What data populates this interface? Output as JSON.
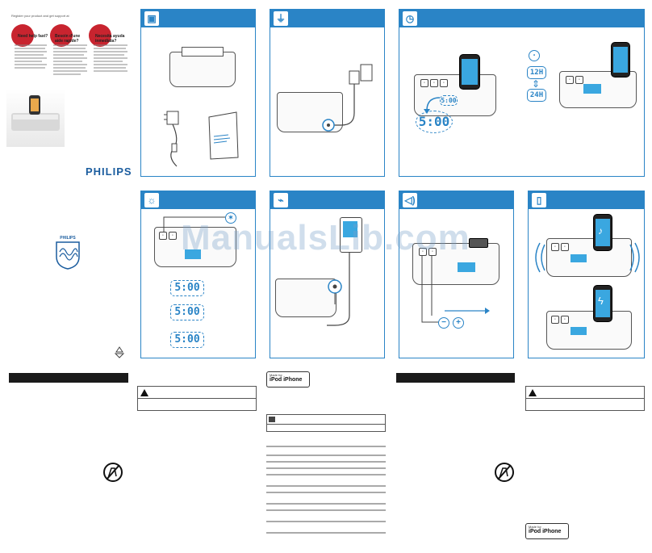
{
  "cover": {
    "register_line": "Register your product and get support at",
    "lang_headings": [
      "Need help fast?",
      "Besoin d'une aide rapide?",
      "Necesita ayuda inmediata?"
    ],
    "brand": "PHILIPS"
  },
  "panels": [
    {
      "id": "unpack",
      "icon": "box-icon"
    },
    {
      "id": "power",
      "icon": "plug-icon"
    },
    {
      "id": "clock",
      "icon": "clock-icon",
      "mode_12": "12H",
      "mode_24": "24H",
      "time": "5:00",
      "time_small": "5:00"
    },
    {
      "id": "brightness",
      "icon": "brightness-icon",
      "time_rows": [
        "5:00",
        "5:00",
        "5:00"
      ]
    },
    {
      "id": "audio-in",
      "icon": "cable-icon"
    },
    {
      "id": "volume",
      "icon": "volume-icon",
      "minus": "−",
      "plus": "+"
    },
    {
      "id": "dock",
      "icon": "iphone-icon"
    }
  ],
  "mfi_badges": [
    {
      "made_for": "Made for",
      "devices": "iPod  iPhone"
    },
    {
      "made_for": "Made for",
      "devices": "iPod  iPhone"
    }
  ],
  "watermark": "ManualsLib.com",
  "colors": {
    "accent": "#2a84c6",
    "lcd": "#3aa7e0",
    "warning": "#c8242f"
  }
}
